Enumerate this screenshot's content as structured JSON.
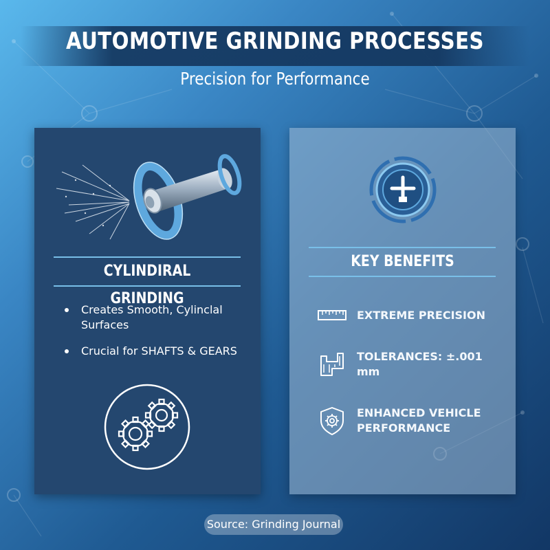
{
  "header": {
    "title": "AUTOMOTIVE GRINDING PROCESSES",
    "subtitle": "Precision for Performance"
  },
  "left_panel": {
    "heading": "CYLINDIRAL GRINDING",
    "bullets": [
      "Creates Smooth, Cylinclal Surfaces",
      "Crucial for SHAFTS & GEARS"
    ],
    "top_illustration": "grinding-wheel-shaft-icon",
    "bottom_illustration": "gears-icon"
  },
  "right_panel": {
    "heading": "KEY BENEFITS",
    "top_illustration": "precision-gauge-icon",
    "benefits": [
      {
        "label": "EXTREME PRECISION",
        "icon": "ruler-icon"
      },
      {
        "label": "TOLERANCES: ±.001 mm",
        "icon": "caliper-icon"
      },
      {
        "label": "ENHANCED VEHICLE PERFORMANCE",
        "icon": "shield-gear-icon"
      }
    ]
  },
  "footer": {
    "source": "Source: Grinding Journal"
  },
  "colors": {
    "accent": "#79bfe8",
    "left_panel_bg": "#24476f",
    "title_band": "#14375f"
  }
}
